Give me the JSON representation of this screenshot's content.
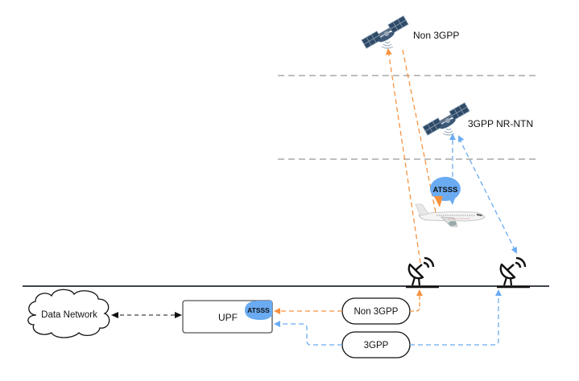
{
  "labels": {
    "non3gpp_satellite": "Non 3GPP",
    "ntn_satellite": "3GPP NR-NTN",
    "atsss_aircraft": "ATSSS",
    "atsss_upf": "ATSSS",
    "data_network": "Data Network",
    "upf": "UPF",
    "non3gpp_access": "Non 3GPP",
    "gpp_access": "3GPP"
  },
  "icons": {
    "satellite": "satellite-icon",
    "aircraft": "airplane-icon",
    "ground_station": "satellite-dish-icon",
    "cloud": "cloud-icon"
  },
  "colors": {
    "non3gpp_path": "#f5923e",
    "gpp_path": "#6aabf2",
    "atsss_bubble": "#6aabf2",
    "altitude_divider": "#a8a8a8",
    "ground_line": "#3f444c",
    "satellite_body": "#2f4a66"
  }
}
